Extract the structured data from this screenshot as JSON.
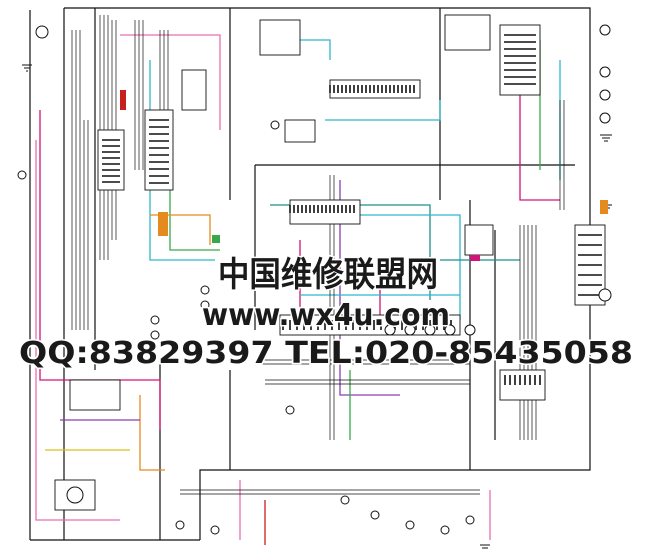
{
  "watermark": {
    "company": "中国维修联盟网",
    "url": "www.wx4u.com",
    "contact": "QQ:83829397 TEL:020-85435058"
  },
  "colors": {
    "background": "#ffffff",
    "wire_black": "#111111",
    "wire_magenta": "#d0147a",
    "wire_pink": "#e86fb0",
    "wire_cyan": "#2fb7c9",
    "wire_teal": "#1d8f8f",
    "wire_green": "#3aa84a",
    "wire_orange": "#e58a1f",
    "wire_red": "#c81e1e",
    "wire_purple": "#8a3fb0",
    "wire_yellow": "#d8c21a",
    "watermark_text": "#1a1a1a",
    "watermark_outline": "#ffffff"
  }
}
